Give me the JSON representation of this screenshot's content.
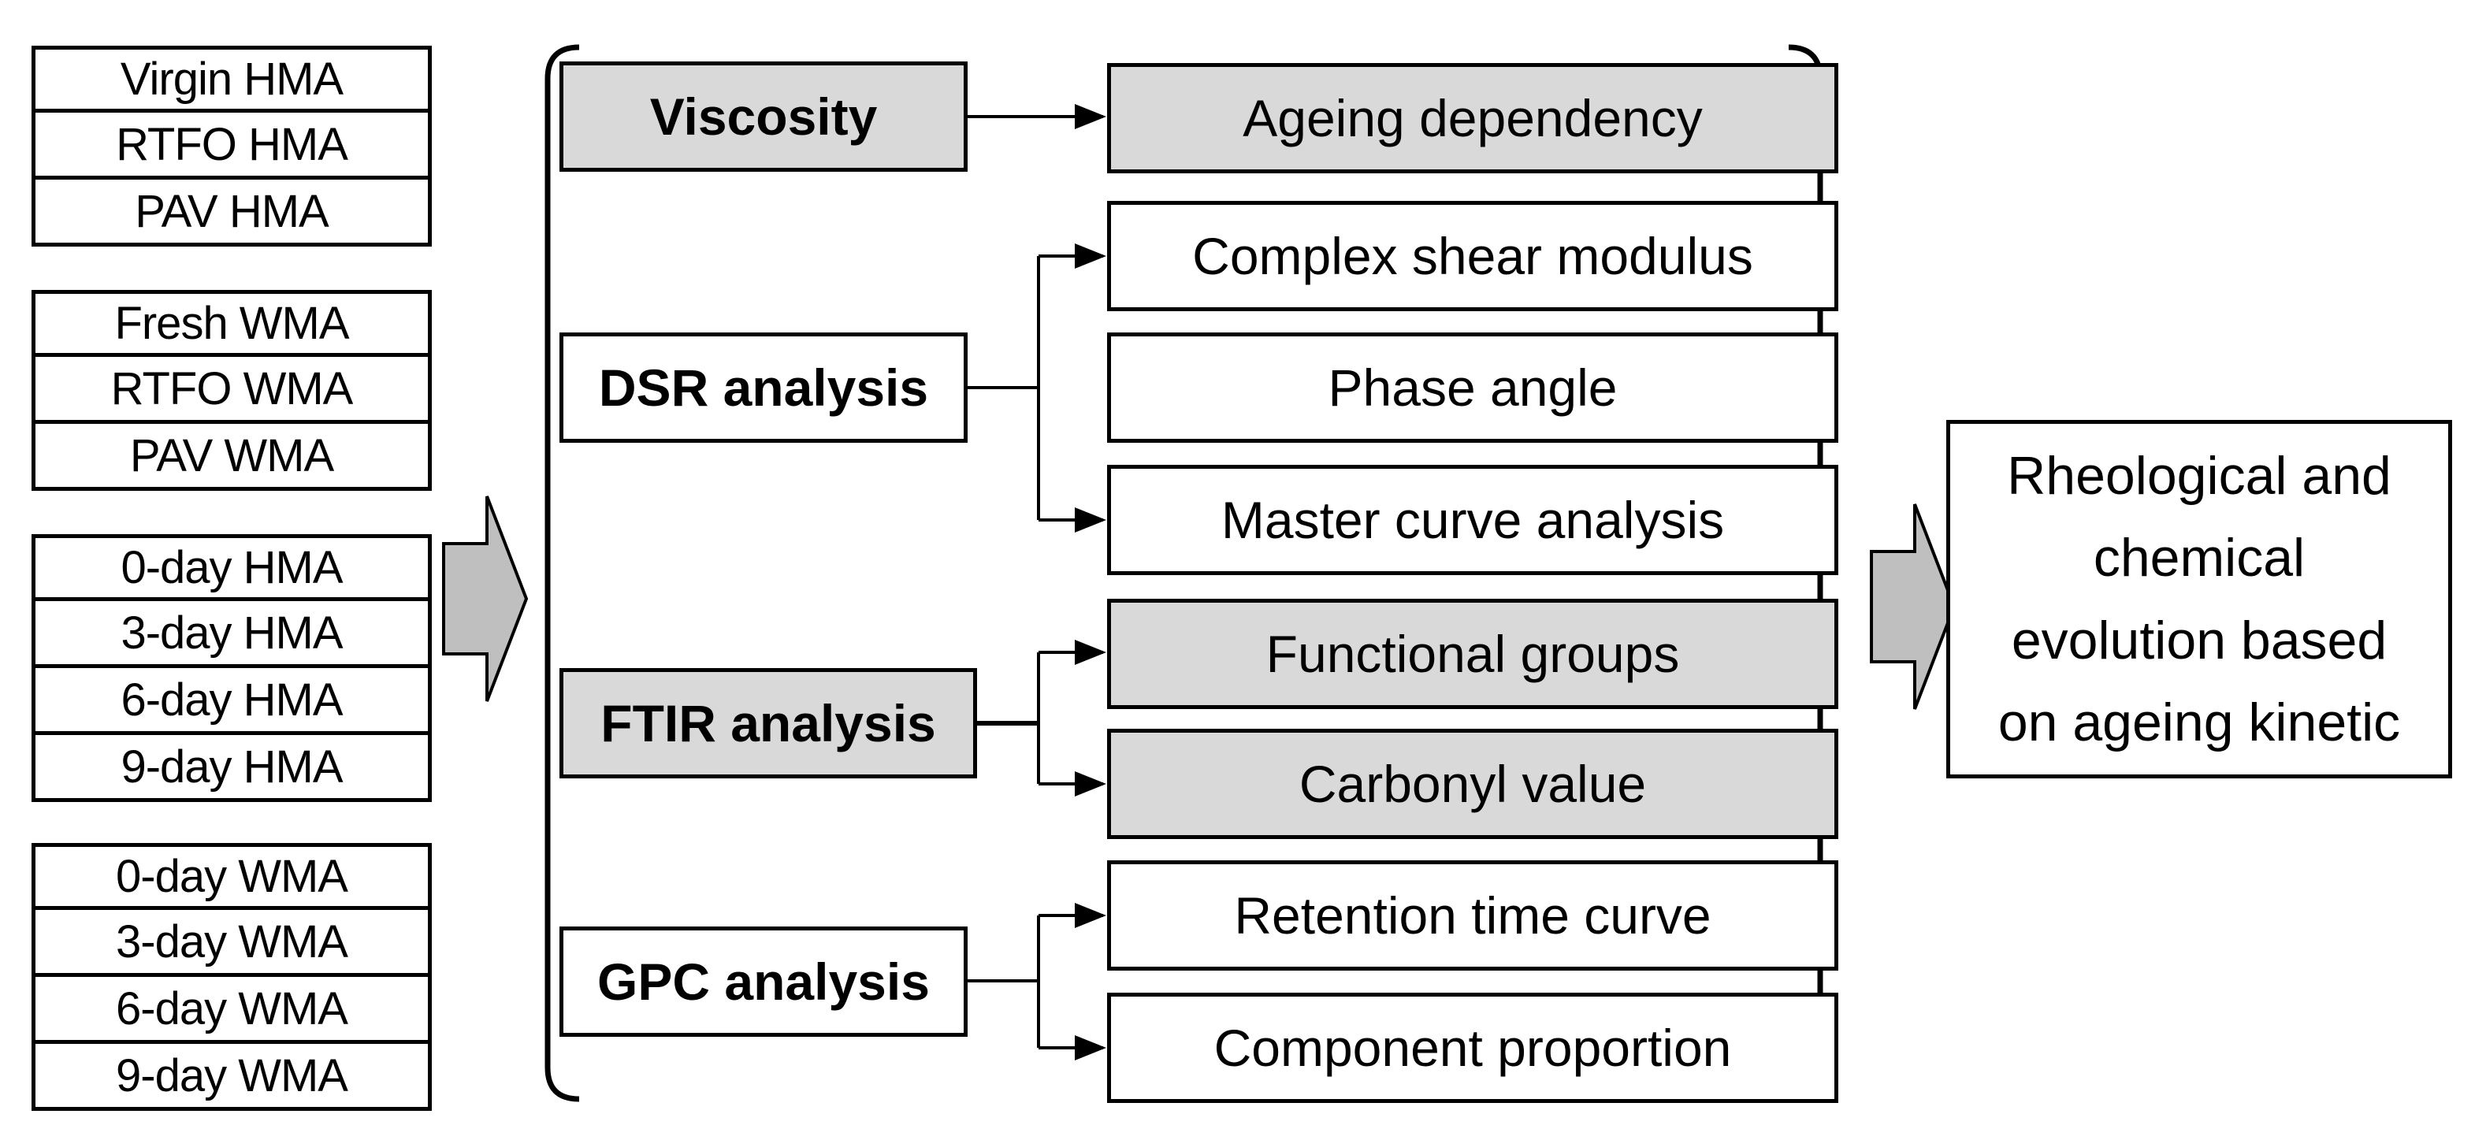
{
  "samples": {
    "group_hma_ageing": [
      "Virgin HMA",
      "RTFO HMA",
      "PAV HMA"
    ],
    "group_wma_ageing": [
      "Fresh WMA",
      "RTFO WMA",
      "PAV WMA"
    ],
    "group_hma_days": [
      "0-day HMA",
      "3-day HMA",
      "6-day HMA",
      "9-day HMA"
    ],
    "group_wma_days": [
      "0-day WMA",
      "3-day WMA",
      "6-day WMA",
      "9-day WMA"
    ]
  },
  "methods": {
    "viscosity": "Viscosity",
    "dsr": "DSR analysis",
    "ftir": "FTIR analysis",
    "gpc": "GPC analysis"
  },
  "results": {
    "ageing_dependency": "Ageing dependency",
    "complex_shear_modulus": "Complex shear modulus",
    "phase_angle": "Phase angle",
    "master_curve": "Master curve analysis",
    "functional_groups": "Functional groups",
    "carbonyl_value": "Carbonyl value",
    "retention_time_curve": "Retention time curve",
    "component_proportion": "Component proportion"
  },
  "outcome": {
    "lines": [
      "Rheological and",
      "chemical",
      "evolution based",
      "on ageing kinetic"
    ]
  },
  "colors": {
    "highlight_fill": "#d9d9d9",
    "big_arrow_fill": "#bfbfbf",
    "stroke": "#000000"
  }
}
